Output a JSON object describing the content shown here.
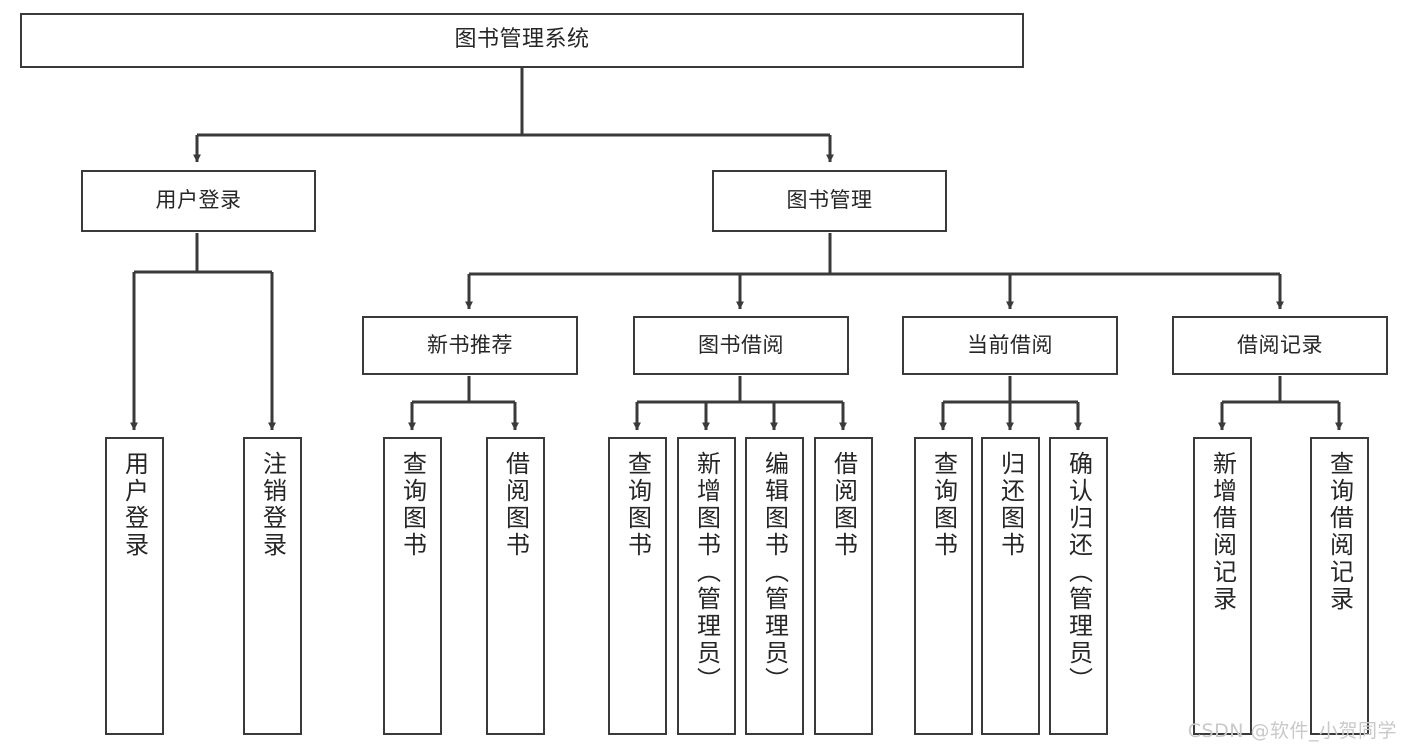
{
  "diagram": {
    "type": "hierarchy-tree",
    "title": "图书管理系统",
    "background_color": "#ffffff",
    "box_border_color": "#3a3a3a",
    "edge_color": "#3a3a3a",
    "text_color": "#262626"
  },
  "nodes": {
    "root": {
      "label": "图书管理系统",
      "level": 0
    },
    "level1": [
      {
        "label": "用户登录",
        "level": 1
      },
      {
        "label": "图书管理",
        "level": 1
      }
    ],
    "level2": [
      {
        "label": "新书推荐",
        "level": 2,
        "parent": "图书管理"
      },
      {
        "label": "图书借阅",
        "level": 2,
        "parent": "图书管理"
      },
      {
        "label": "当前借阅",
        "level": 2,
        "parent": "图书管理"
      },
      {
        "label": "借阅记录",
        "level": 2,
        "parent": "图书管理"
      }
    ],
    "leaves": [
      {
        "label": "用户登录",
        "parent": "用户登录",
        "group": "user-login"
      },
      {
        "label": "注销登录",
        "parent": "用户登录",
        "group": "user-login"
      },
      {
        "label": "查询图书",
        "parent": "新书推荐",
        "group": "new-book"
      },
      {
        "label": "借阅图书",
        "parent": "新书推荐",
        "group": "new-book"
      },
      {
        "label": "查询图书",
        "parent": "图书借阅",
        "group": "borrow"
      },
      {
        "label": "新增图书（管理员）",
        "parent": "图书借阅",
        "group": "borrow"
      },
      {
        "label": "编辑图书（管理员）",
        "parent": "图书借阅",
        "group": "borrow"
      },
      {
        "label": "借阅图书",
        "parent": "图书借阅",
        "group": "borrow"
      },
      {
        "label": "查询图书",
        "parent": "当前借阅",
        "group": "current"
      },
      {
        "label": "归还图书",
        "parent": "当前借阅",
        "group": "current"
      },
      {
        "label": "确认归还（管理员）",
        "parent": "当前借阅",
        "group": "current"
      },
      {
        "label": "新增借阅记录",
        "parent": "借阅记录",
        "group": "record"
      },
      {
        "label": "查询借阅记录",
        "parent": "借阅记录",
        "group": "record"
      }
    ]
  },
  "watermark": {
    "text": "CSDN @软件_小贺同学"
  }
}
